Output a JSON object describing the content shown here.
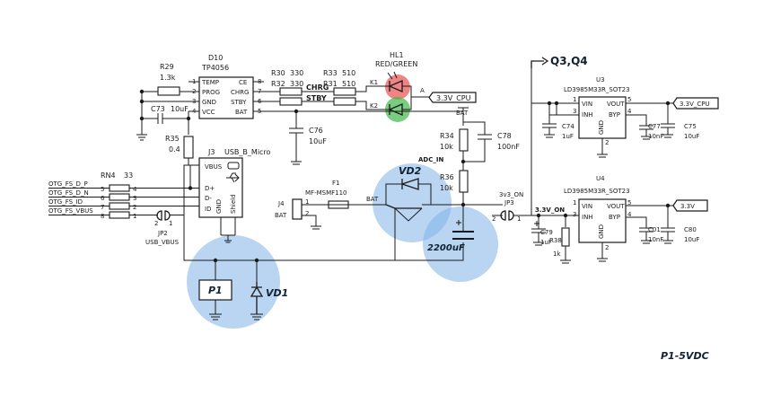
{
  "colors": {
    "highlight": "#7fb3e8",
    "led_red": "#e85050",
    "led_green": "#40b84a",
    "ink": "#1a1a1a"
  },
  "top": {
    "q_label": "Q3,Q4"
  },
  "charger": {
    "ref": "D10",
    "part": "TP4056",
    "pins": [
      "TEMP",
      "PROG",
      "GND",
      "VCC",
      "CE",
      "CHRG",
      "STBY",
      "BAT"
    ],
    "pin_nums": [
      "1",
      "2",
      "3",
      "4",
      "8",
      "7",
      "6",
      "5"
    ]
  },
  "resistors": {
    "r29": "R29",
    "r29v": "1.3k",
    "r30": "R30",
    "r30v": "330",
    "r32": "R32",
    "r32v": "330",
    "r33": "R33",
    "r33v": "510",
    "r31": "R31",
    "r31v": "510",
    "r35": "R35",
    "r35v": "0.4",
    "r34": "R34",
    "r34v": "10k",
    "r36": "R36",
    "r36v": "10k",
    "r38": "R38",
    "r38v": "1k"
  },
  "caps": {
    "c73": "C73",
    "c73v": "10uF",
    "c76": "C76",
    "c76v": "10uF",
    "c78": "C78",
    "c78v": "100nF",
    "c74": "C74",
    "c74v": "1uF",
    "c77": "C77",
    "c77v": "10nF",
    "c75": "C75",
    "c75v": "10uF",
    "c79": "C79",
    "c79v": "1uF",
    "c01": "C01",
    "c01v": "10nF",
    "c80": "C80",
    "c80v": "10uF"
  },
  "led": {
    "ref": "HL1",
    "desc": "RED/GREEN",
    "k1": "K1",
    "k2": "K2",
    "a": "A"
  },
  "nets": {
    "chrg": "CHRG",
    "stby": "STBY",
    "bat": "BAT",
    "adc_in": "ADC_IN",
    "v33_on": "3.3V_ON",
    "v33_cpu": "3.3V_CPU",
    "v33": "3.3V"
  },
  "usb": {
    "ref": "J3",
    "part": "USB_B_Micro",
    "pins": [
      "VBUS",
      "D+",
      "D-",
      "ID"
    ],
    "gnd": "GND",
    "shield": "Shield"
  },
  "rn4": {
    "ref": "RN4",
    "value": "33",
    "left": [
      "5",
      "6",
      "7",
      "8"
    ],
    "right": [
      "4",
      "3",
      "2",
      "1"
    ]
  },
  "otg": [
    "OTG_FS_D_P",
    "OTG_FS_D_N",
    "OTG_FS_ID",
    "OTG_FS_VBUS"
  ],
  "jp2": {
    "ref": "JP2",
    "net": "USB_VBUS",
    "p1": "1",
    "p2": "2"
  },
  "j4": {
    "ref": "J4",
    "net": "BAT",
    "p1": "1",
    "p2": "2"
  },
  "fuse": {
    "ref": "F1",
    "part": "MF-MSMF110"
  },
  "jp3": {
    "ref": "JP3",
    "net": "3v3_ON",
    "p1": "1",
    "p2": "2"
  },
  "u3": {
    "ref": "U3",
    "part": "LD3985M33R_SOT23",
    "pins": [
      "VIN",
      "INH",
      "GND",
      "VOUT",
      "BYP"
    ],
    "nums": [
      "1",
      "3",
      "2",
      "5",
      "4"
    ]
  },
  "u4": {
    "ref": "U4",
    "part": "LD3985M33R_SOT23",
    "pins": [
      "VIN",
      "INH",
      "GND",
      "VOUT",
      "BYP"
    ],
    "nums": [
      "1",
      "3",
      "2",
      "5",
      "4"
    ]
  },
  "annotations": {
    "p1": "P1",
    "vd1": "VD1",
    "vd2": "VD2",
    "cap": "2200uF",
    "footer": "P1-5VDC"
  }
}
